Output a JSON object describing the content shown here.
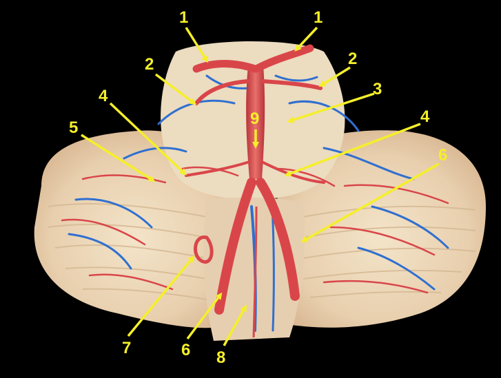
{
  "labels": {
    "l1a": "1",
    "l1b": "1",
    "l2a": "2",
    "l2b": "2",
    "l3": "3",
    "l4a": "4",
    "l4b": "4",
    "l5": "5",
    "l6a": "6",
    "l6b": "6",
    "l7": "7",
    "l8": "8",
    "l9": "9"
  },
  "colors": {
    "background": "#000000",
    "label_and_arrow": "#f5ef2a",
    "tissue": "#e9d6b8",
    "artery": "#d9464a",
    "vein": "#2f6fd0"
  }
}
